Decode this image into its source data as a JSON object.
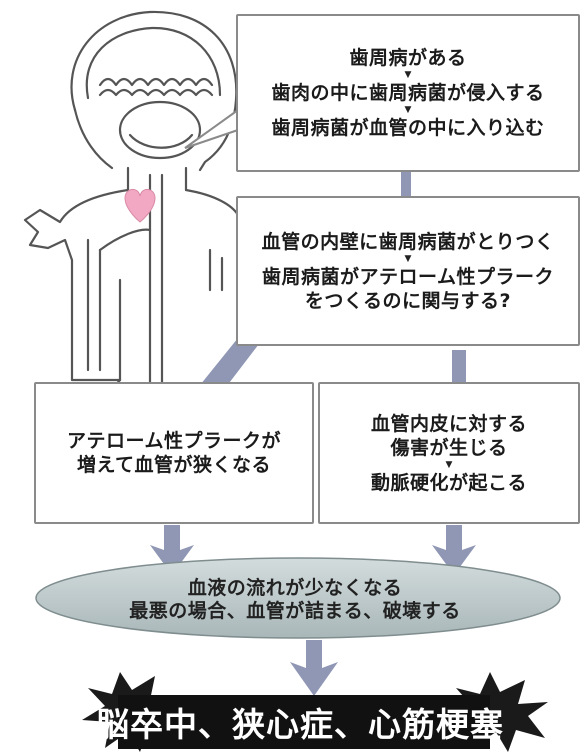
{
  "boxes": {
    "top": {
      "line1": "歯周病がある",
      "arrow1": "▼",
      "line2": "歯肉の中に歯周病菌が侵入する",
      "arrow2": "▼",
      "line3": "歯周病菌が血管の中に入り込む"
    },
    "middle": {
      "line1": "血管の内壁に歯周病菌がとりつく",
      "arrow": "▼",
      "line2": "歯周病菌がアテローム性プラーク",
      "line3": "をつくるのに関与する?"
    },
    "left": {
      "line1": "アテローム性プラークが",
      "line2": "増えて血管が狭くなる"
    },
    "right": {
      "line1": "血管内皮に対する",
      "line2": "傷害が生じる",
      "arrow": "▼",
      "line3": "動脈硬化が起こる"
    }
  },
  "ellipse": {
    "line1": "血液の流れが少なくなる",
    "line2": "最悪の場合、血管が詰まる、破壊する"
  },
  "final": {
    "text": "脳卒中、狭心症、心筋梗塞"
  },
  "colors": {
    "arrow": "#8f97b5",
    "ellipse": "#b9c5c7",
    "heart": "#f2a8c3",
    "final_bar": "#111111",
    "burst": "#1a1a1a"
  },
  "icons": [
    "person-illustration",
    "heart-icon",
    "down-arrow",
    "starburst"
  ]
}
